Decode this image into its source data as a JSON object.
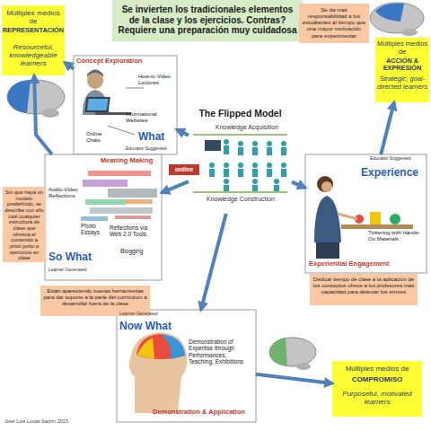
{
  "diagram": {
    "nodes": [
      {
        "text": [
          "Se invierten los tradicionales elementos de la clase y los ejercicios. Contras? Requiere una preparación muy cuidadosa"
        ]
      },
      {
        "text": [
          "Múltiples medios de",
          "REPRESENTACIÓN",
          "Resourceful, knowledgeable learners"
        ]
      },
      {
        "text": [
          "Se da mas responsabilidad a los estudiantes al tiempo que una mayor motivación para experimentar"
        ]
      },
      {
        "text": [
          "Múltiples medios de",
          "ACCIÓN & EXPRESIÓN",
          "Strategic, goal-directed learners"
        ]
      },
      {
        "text": [
          "Concept Exploration",
          "How-to Video Lectures",
          "Informational Websites",
          "Online Chats",
          "What",
          "Educator-Suggested"
        ]
      },
      {
        "text": [
          "The Flipped Model",
          "Knowledge Acquisition",
          "online",
          "Knowledge Construction"
        ]
      },
      {
        "text": [
          "Sin que haya un modelo predefinido, se describe con ello casi cualquier estructura de clase que ofrezca el contenido a priori junto a ejercicios en clase"
        ]
      },
      {
        "text": [
          "Meaning Making",
          "Audio-Video Reflections",
          "Photo Essays",
          "Reflections via Web 2.0 Tools",
          "Blogging",
          "So What",
          "Learner-Generated"
        ]
      },
      {
        "text": [
          "Educator-Suggested",
          "Experience",
          "Tinkering with Hands-On Materials",
          "Experiential Engagement"
        ]
      },
      {
        "text": [
          "Dedicar tiempo de clase a la aplicación de los conceptos ofrece a los profesores más capacidad para detectar los errores"
        ]
      },
      {
        "text": [
          "Están apareciendo nuevas herramientas para dar soporte a la parte del currículum a desarrollar fuera de la clase"
        ]
      },
      {
        "text": [
          "Learner-Generated",
          "Now What",
          "Demonstration of Expertise through Performances, Teaching, Exhibitions",
          "Demonstration & Application"
        ]
      },
      {
        "text": [
          "Múltiples medios de",
          "COMPROMISO",
          "Purposeful, motivated learners"
        ]
      }
    ],
    "edges": [
      {
        "from": 5,
        "to": 4,
        "arrow": "to"
      },
      {
        "from": 5,
        "to": 7,
        "arrow": "to"
      },
      {
        "from": 5,
        "to": 8,
        "arrow": "to"
      },
      {
        "from": 5,
        "to": 11,
        "arrow": "to"
      },
      {
        "from": 4,
        "to": 1,
        "arrow": "to"
      },
      {
        "from": 7,
        "to": 1,
        "arrow": "to"
      },
      {
        "from": 8,
        "to": 3,
        "arrow": "to"
      },
      {
        "from": 11,
        "to": 12,
        "arrow": "to"
      }
    ],
    "labels": [
      "José Luis Lucas Saorín 2015"
    ]
  }
}
